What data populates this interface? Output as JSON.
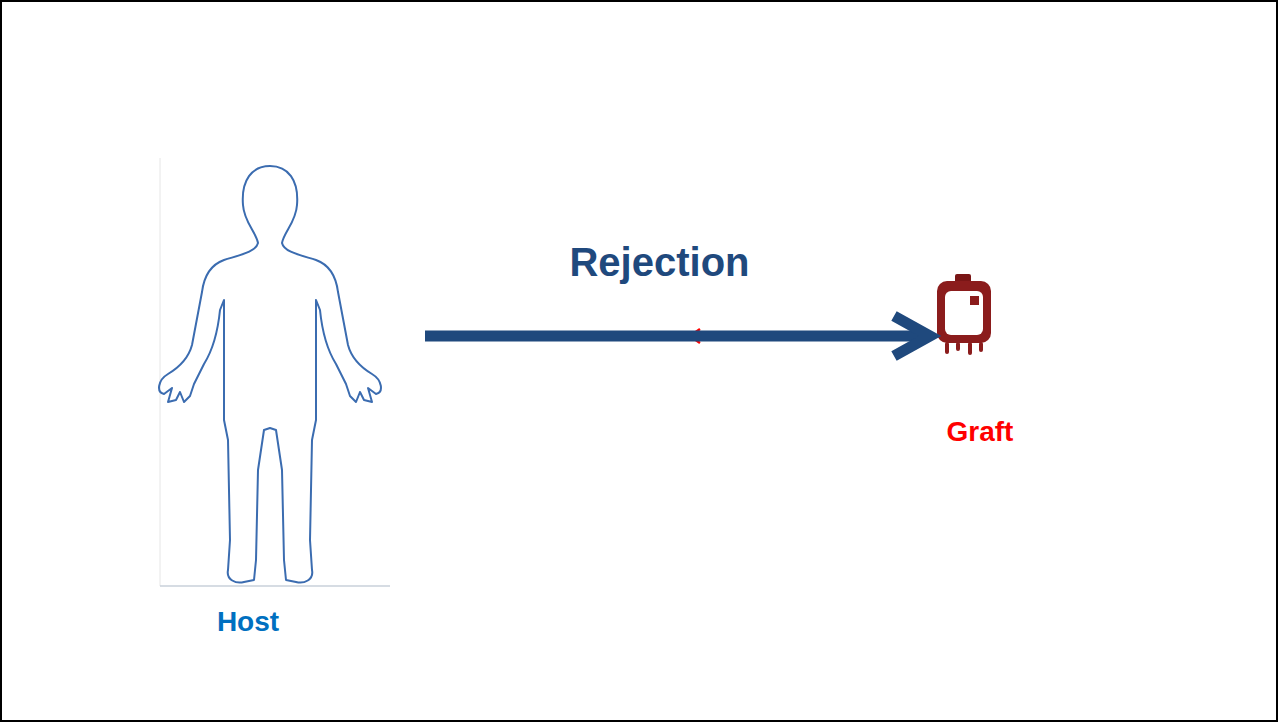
{
  "diagram": {
    "nodes": [
      {
        "text": [
          "Host"
        ]
      },
      {
        "text": [
          "Graft"
        ]
      }
    ],
    "edges": [
      {
        "from": 0,
        "to": 1,
        "arrow": "to",
        "label": "Rejection"
      }
    ]
  }
}
